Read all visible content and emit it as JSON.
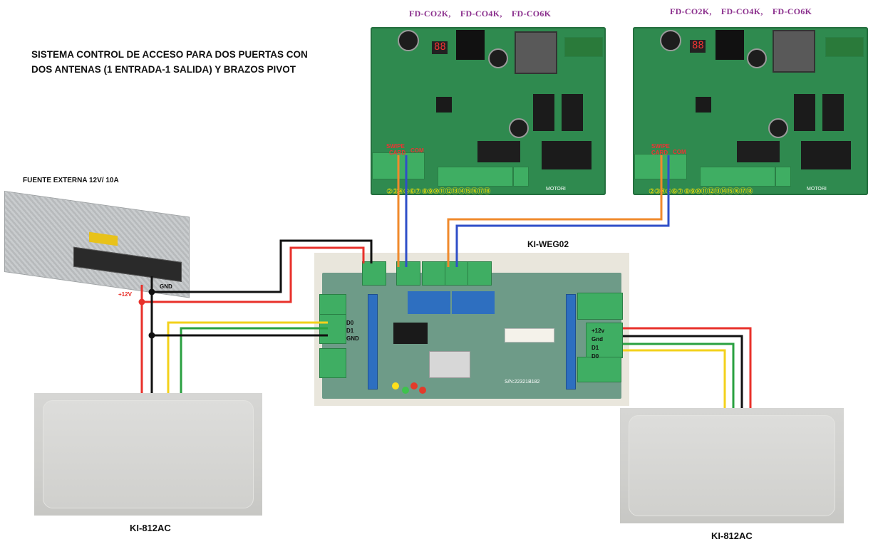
{
  "title": {
    "line1": "SISTEMA CONTROL DE ACCESO PARA DOS PUERTAS CON",
    "line2": "DOS ANTENAS (1 ENTRADA-1 SALIDA) Y BRAZOS PIVOT"
  },
  "models_left": "FD-CO2K,    FD-CO4K,    FD-CO6K",
  "models_right": "FD-CO2K,    FD-CO4K,    FD-CO6K",
  "power_supply": {
    "label": "FUENTE EXTERNA 12V/ 10A",
    "gnd": "GND",
    "v12": "+12V"
  },
  "controller": {
    "label": "KI-WEG02",
    "left_pins": [
      "D0",
      "D1",
      "GND"
    ],
    "right_pins": [
      "+12v",
      "Gnd",
      "D1",
      "D0"
    ],
    "serial": "S/N:22321B182"
  },
  "motor_boards": {
    "swipe": "SWIPE",
    "card": "CARD",
    "com": "COM",
    "terminal_numbers": "②③④⑤⑥⑦ ⑧⑨⑩⑪⑫⑬⑭⑮⑯⑰⑱",
    "brand": "MOTORI"
  },
  "antenna_left": "KI-812AC",
  "antenna_right": "KI-812AC",
  "colors": {
    "red": "#e8312b",
    "black": "#111111",
    "yellow": "#f3d11b",
    "green": "#2aa040",
    "orange": "#f08a2c",
    "blue": "#2f4fc8"
  }
}
